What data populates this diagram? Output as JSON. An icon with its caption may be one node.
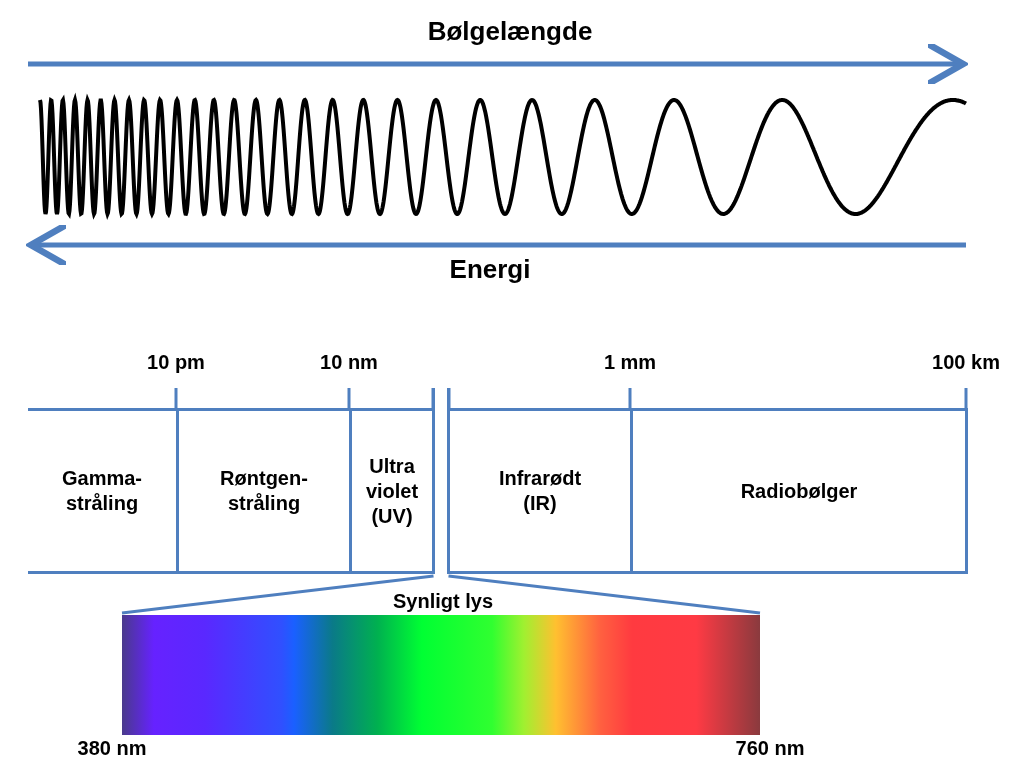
{
  "diagram": {
    "nodes": [
      {
        "text": [
          "Gamma- stråling"
        ]
      },
      {
        "text": [
          "Røntgen- stråling"
        ]
      },
      {
        "text": [
          "Ultra violet (UV)"
        ]
      },
      {
        "text": [],
        "shape": "bar"
      },
      {
        "text": [
          "Infrarødt (IR)"
        ]
      },
      {
        "text": [
          "Radiobølger"
        ]
      },
      {
        "text": [
          "Synligt lys"
        ]
      }
    ],
    "edges": [
      {
        "from": 3,
        "to": 6,
        "arrow": "none"
      },
      {
        "from": 3,
        "to": 6,
        "arrow": "none"
      }
    ],
    "labels": [
      "Bølgelængde",
      "Energi",
      "10 pm",
      "10 nm",
      "1 mm",
      "100 km",
      "380 nm",
      "760 nm"
    ]
  }
}
